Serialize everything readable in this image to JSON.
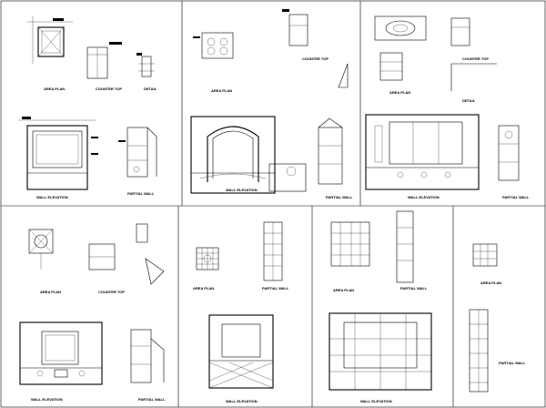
{
  "sheet": {
    "captions": {
      "p1_area_plan": "AREA PLAN",
      "p1_counter_top": "COUNTER TOP",
      "p1_detail": "DETAIL",
      "p1_wall_elevation": "WALL ELEVATION",
      "p1_partial_wall": "PARTIAL WALL",
      "p2_counter_top": "COUNTER TOP",
      "p2_area_plan": "AREA PLAN",
      "p2_wall_elevation": "WALL ELEVATION",
      "p2_partial_wall": "PARTIAL WALL",
      "p3_counter_top": "COUNTER TOP",
      "p3_area_plan": "AREA PLAN",
      "p3_detail": "DETAIL",
      "p3_wall_elevation": "WALL ELEVATION",
      "p3_partial_wall": "PARTIAL WALL",
      "p4_area_plan": "AREA PLAN",
      "p4_counter_top": "COUNTER TOP",
      "p4_wall_elevation": "WALL ELEVATION",
      "p4_partial_wall": "PARTIAL WALL",
      "p5_area_plan": "AREA PLAN",
      "p5_partial_wall": "PARTIAL WALL",
      "p5_wall_elevation": "WALL ELEVATION",
      "p6_area_plan": "AREA PLAN",
      "p6_partial_wall": "PARTIAL WALL",
      "p6_wall_elevation": "WALL ELEVATION",
      "p7_area_plan": "AREA PLAN",
      "p7_partial_wall": "PARTIAL WALL"
    }
  }
}
